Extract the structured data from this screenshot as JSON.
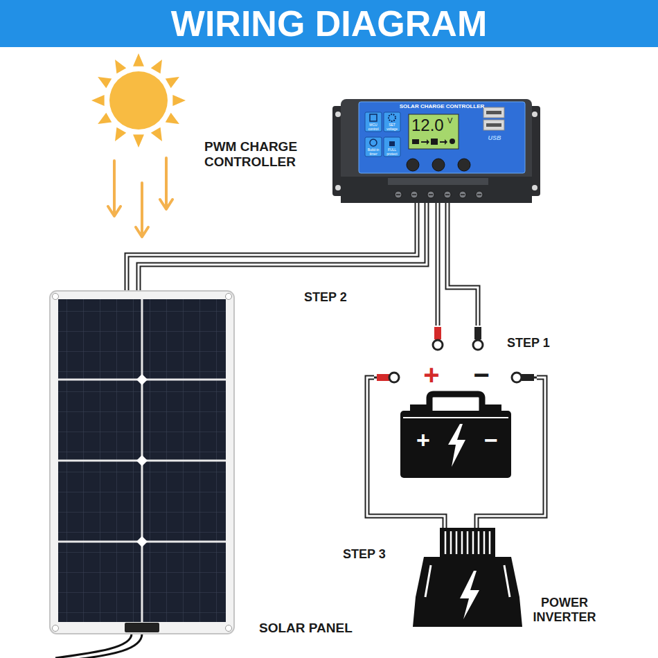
{
  "diagram": {
    "title": "WIRING DIAGRAM",
    "nodes": [
      {
        "text": [
          "PWM CHARGE CONTROLLER",
          "SOLAR CHARGE CONTROLLER"
        ]
      },
      {
        "text": [
          "+",
          "−"
        ]
      },
      {
        "text": [
          "SOLAR PANEL"
        ]
      },
      {
        "text": [
          "POWER INVERTER"
        ]
      }
    ],
    "edges": [
      {
        "from": 2,
        "to": 0,
        "arrow": "none",
        "label": "STEP 2"
      },
      {
        "from": 0,
        "to": 1,
        "arrow": "none",
        "label": "STEP 1"
      },
      {
        "from": 1,
        "to": 3,
        "arrow": "none",
        "label": "STEP 3"
      }
    ],
    "labels": [
      "MCU control",
      "SET voltage",
      "12.0",
      "V",
      "USB",
      "Build-in timer",
      "FULL protect",
      "+",
      "−"
    ]
  }
}
